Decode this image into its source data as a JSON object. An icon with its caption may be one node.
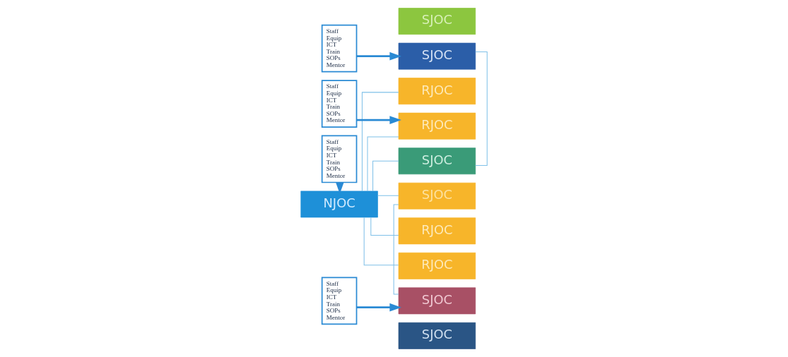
{
  "diagram": {
    "nodes": [
      {
        "text": [
          "NJOC"
        ]
      },
      {
        "text": [
          "Staff",
          "Equip",
          "ICT",
          "Train",
          "SOPs",
          "Mentor"
        ]
      },
      {
        "text": [
          "SJOC"
        ]
      },
      {
        "text": [
          "SJOC"
        ]
      },
      {
        "text": [
          "SJOC"
        ]
      },
      {
        "text": [
          "SJOC"
        ]
      },
      {
        "text": [
          "SJOC"
        ]
      },
      {
        "text": [
          "SJOC"
        ]
      },
      {
        "text": [
          "Staff",
          "Equip",
          "ICT",
          "Train",
          "SOPs",
          "Mentor"
        ]
      },
      {
        "text": [
          "Staff",
          "Equip",
          "ICT",
          "Train",
          "SOPs",
          "Mentor"
        ]
      },
      {
        "text": [
          "RJOC"
        ]
      },
      {
        "text": [
          "RJOC"
        ]
      },
      {
        "text": [
          "RJOC"
        ]
      },
      {
        "text": [
          "RJOC"
        ]
      },
      {
        "text": [
          "Staff",
          "Equip",
          "ICT",
          "Train",
          "SOPs",
          "Mentor"
        ]
      }
    ],
    "edges": [
      {
        "from": 1,
        "to": 0,
        "arrow": "to",
        "style": "thick",
        "color": "#2a8ad4"
      },
      {
        "from": 3,
        "to": 4,
        "arrow": "none"
      },
      {
        "from": 0,
        "to": 4,
        "arrow": "none"
      },
      {
        "from": 0,
        "to": 5,
        "arrow": "none"
      },
      {
        "from": 5,
        "to": 6,
        "arrow": "none"
      },
      {
        "from": 8,
        "to": 3,
        "arrow": "to",
        "style": "thick",
        "color": "#2a8ad4"
      },
      {
        "from": 9,
        "to": 6,
        "arrow": "to",
        "style": "thick",
        "color": "#2a8ad4"
      },
      {
        "from": 0,
        "to": 10,
        "arrow": "none"
      },
      {
        "from": 0,
        "to": 11,
        "arrow": "none"
      },
      {
        "from": 0,
        "to": 12,
        "arrow": "none"
      },
      {
        "from": 0,
        "to": 13,
        "arrow": "none"
      },
      {
        "from": 14,
        "to": 11,
        "arrow": "to",
        "style": "thick",
        "color": "#2a8ad4"
      }
    ]
  }
}
